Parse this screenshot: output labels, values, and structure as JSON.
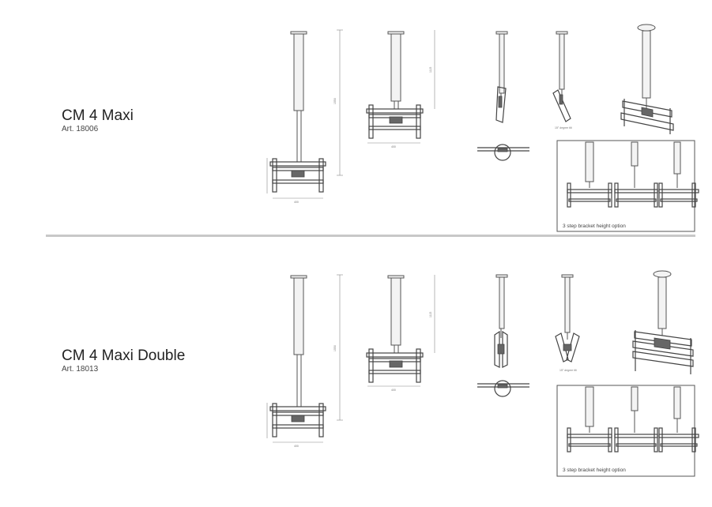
{
  "products": [
    {
      "title": "CM 4 Maxi",
      "article": "Art. 18006",
      "inset_caption": "3 step bracket height option",
      "tilt_note": "15° degree tilt"
    },
    {
      "title": "CM 4 Maxi Double",
      "article": "Art. 18013",
      "inset_caption": "3 step bracket height option",
      "tilt_note": "15° degree tilt"
    }
  ]
}
